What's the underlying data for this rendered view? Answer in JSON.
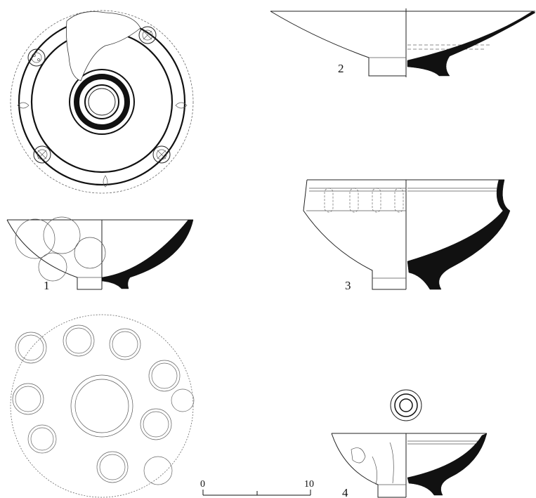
{
  "figure": {
    "vessel_numbers": [
      "1",
      "2",
      "3",
      "4"
    ],
    "scale_bar": {
      "start_label": "0",
      "end_label": "10"
    }
  }
}
